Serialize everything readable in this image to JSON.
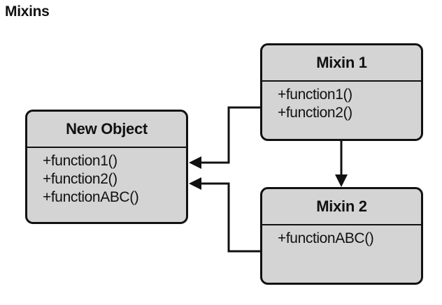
{
  "title": "Mixins",
  "new_object": {
    "name": "New Object",
    "methods": [
      "+function1()",
      "+function2()",
      "+functionABC()"
    ]
  },
  "mixin1": {
    "name": "Mixin 1",
    "methods": [
      "+function1()",
      "+function2()"
    ]
  },
  "mixin2": {
    "name": "Mixin 2",
    "methods": [
      "+functionABC()"
    ]
  },
  "colors": {
    "box_fill": "#d4d4d4",
    "stroke": "#111111"
  }
}
